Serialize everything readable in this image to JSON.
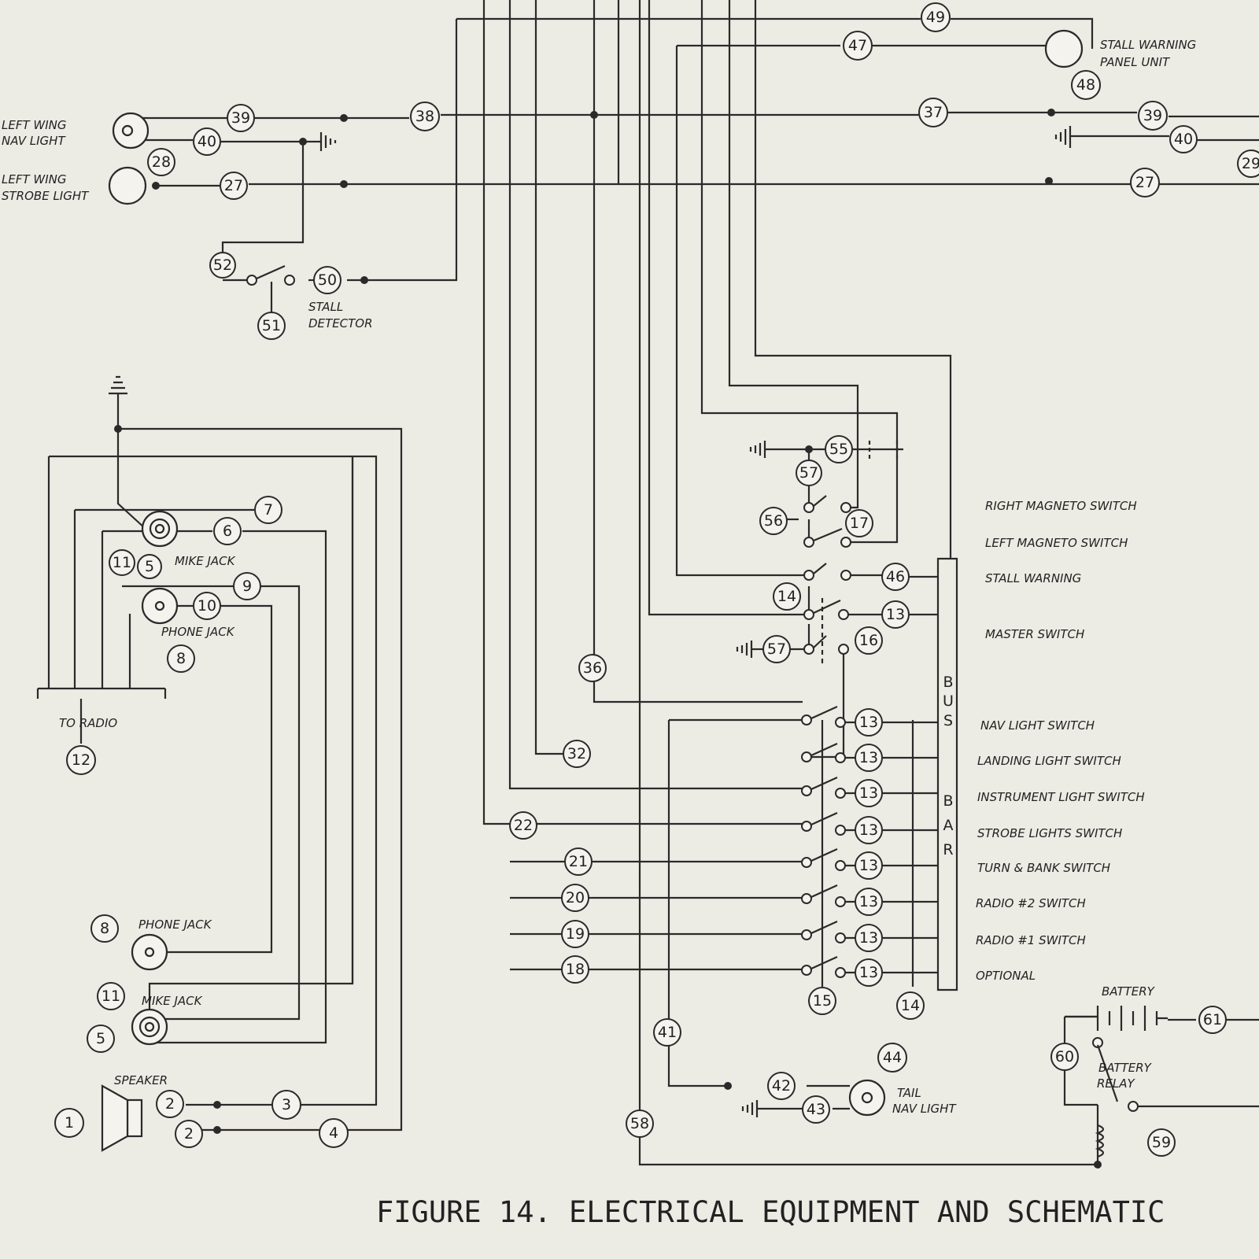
{
  "caption": "FIGURE 14.  ELECTRICAL EQUIPMENT AND SCHEMATIC",
  "bus_bar_letters": [
    "B",
    "U",
    "S",
    "B",
    "A",
    "R"
  ],
  "labels": {
    "left_wing_nav": [
      "LEFT WING",
      "NAV LIGHT"
    ],
    "left_wing_strobe": [
      "LEFT WING",
      "STROBE LIGHT"
    ],
    "stall_warning_panel": [
      "STALL WARNING",
      "PANEL UNIT"
    ],
    "stall_detector": [
      "STALL",
      "DETECTOR"
    ],
    "mike_jack_upper": "MIKE JACK",
    "phone_jack_upper": "PHONE JACK",
    "to_radio": "TO RADIO",
    "phone_jack_lower": "PHONE JACK",
    "mike_jack_lower": "MIKE JACK",
    "speaker": "SPEAKER",
    "tail_nav": [
      "TAIL",
      "NAV LIGHT"
    ],
    "battery": "BATTERY",
    "battery_relay": [
      "BATTERY",
      "RELAY"
    ]
  },
  "switch_labels": [
    "RIGHT MAGNETO SWITCH",
    "LEFT MAGNETO SWITCH",
    "STALL WARNING",
    "MASTER SWITCH",
    "NAV LIGHT SWITCH",
    "LANDING LIGHT SWITCH",
    "INSTRUMENT LIGHT SWITCH",
    "STROBE LIGHTS SWITCH",
    "TURN & BANK SWITCH",
    "RADIO #2 SWITCH",
    "RADIO #1 SWITCH",
    "OPTIONAL"
  ],
  "nodes": {
    "n49": "49",
    "n47": "47",
    "n48": "48",
    "n39a": "39",
    "n38": "38",
    "n37": "37",
    "n39b": "39",
    "n40a": "40",
    "n40b": "40",
    "n28": "28",
    "n29": "29",
    "n27a": "27",
    "n27b": "27",
    "n52": "52",
    "n50": "50",
    "n51": "51",
    "n55": "55",
    "n57a": "57",
    "n56": "56",
    "n17": "17",
    "n46": "46",
    "n14a": "14",
    "n13a": "13",
    "n16": "16",
    "n57b": "57",
    "n36": "36",
    "n7": "7",
    "n6": "6",
    "n11a": "11",
    "n5a": "5",
    "n9": "9",
    "n10": "10",
    "n8a": "8",
    "n12": "12",
    "n13b": "13",
    "n32": "32",
    "n13c": "13",
    "n13d": "13",
    "n22": "22",
    "n13e": "13",
    "n21": "21",
    "n13f": "13",
    "n20": "20",
    "n13g": "13",
    "n19": "19",
    "n13h": "13",
    "n18": "18",
    "n13i": "13",
    "n15": "15",
    "n14b": "14",
    "n8b": "8",
    "n11b": "11",
    "n5b": "5",
    "n1": "1",
    "n2a": "2",
    "n2b": "2",
    "n3": "3",
    "n4": "4",
    "n41": "41",
    "n42": "42",
    "n43": "43",
    "n44": "44",
    "n58": "58",
    "n60": "60",
    "n61": "61",
    "n59": "59"
  }
}
